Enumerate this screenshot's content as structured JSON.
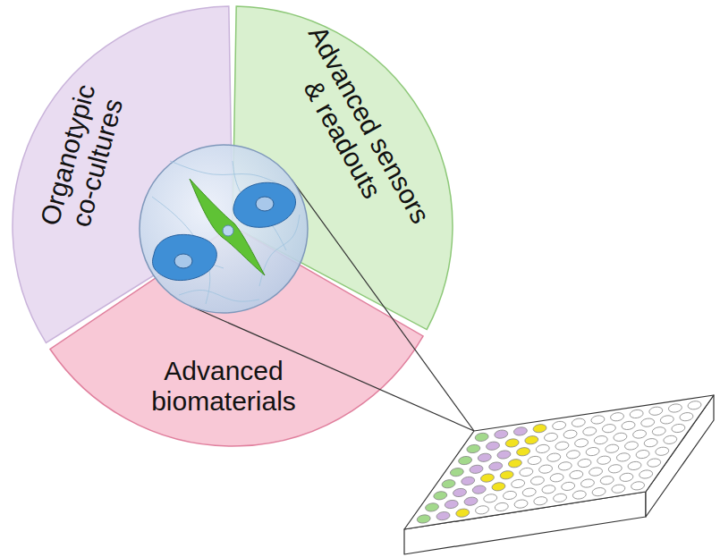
{
  "diagram": {
    "nodes": [
      {
        "text": [
          "Organotypic co-cultures"
        ]
      },
      {
        "text": [
          "Advanced sensors & readouts"
        ]
      },
      {
        "text": [
          "Advanced biomaterials"
        ]
      }
    ]
  }
}
